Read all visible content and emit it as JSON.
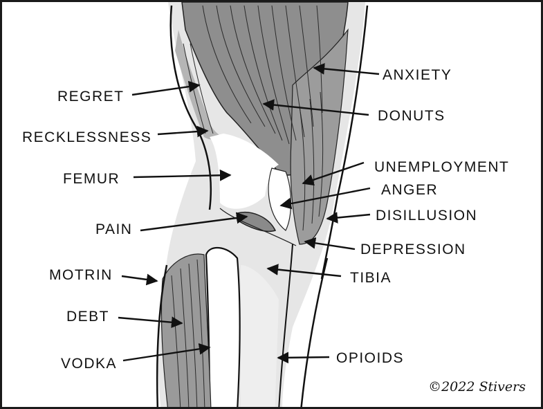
{
  "labels": {
    "anxiety": "ANXIETY",
    "regret": "REGRET",
    "donuts": "DONUTS",
    "recklessness": "RECKLESSNESS",
    "femur": "FEMUR",
    "unemployment": "UNEMPLOYMENT",
    "anger": "ANGER",
    "disillusion": "DISILLUSION",
    "pain": "PAIN",
    "depression": "DEPRESSION",
    "motrin": "MOTRIN",
    "tibia": "TIBIA",
    "debt": "DEBT",
    "vodka": "VODKA",
    "opioids": "OPIOIDS"
  },
  "signature": "©2022 Stivers",
  "colors": {
    "muscle": "#8e8e8e",
    "ink": "#111111",
    "bone": "#f4f4f4",
    "cartilage": "#8a8a8a"
  }
}
